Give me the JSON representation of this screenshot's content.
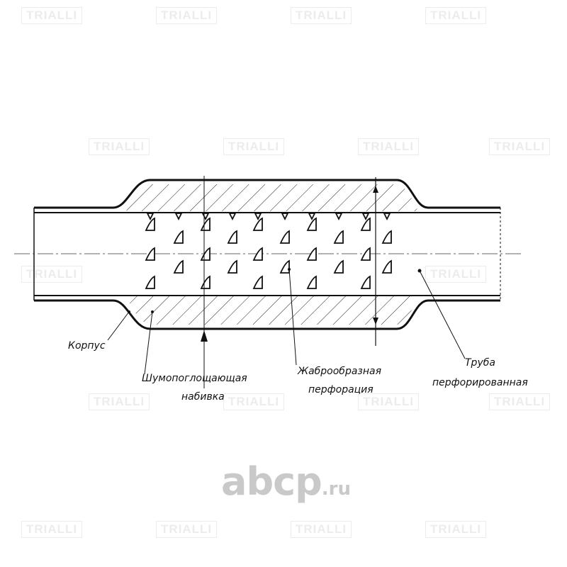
{
  "watermark": {
    "text": "TRIALLI"
  },
  "labels": {
    "housing": "Корпус",
    "packing_line1": "Шумопоглощающая",
    "packing_line2": "набивка",
    "gill_line1": "Жаброобразная",
    "gill_line2": "перфорация",
    "tube_line1": "Труба",
    "tube_line2": "перфорированная"
  },
  "logo": {
    "name": "abcp",
    "text": "abcp",
    "suffix": ".ru"
  }
}
